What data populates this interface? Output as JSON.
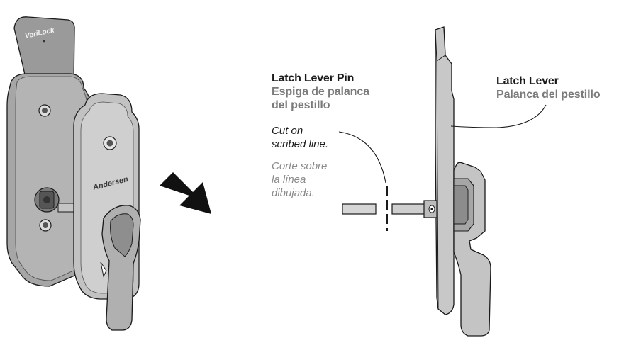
{
  "colors": {
    "metal_light": "#c8c8c8",
    "metal_mid": "#a8a8a8",
    "metal_dark": "#8a8a8a",
    "outline": "#1a1a1a",
    "arrow": "#111111"
  },
  "left_assembly": {
    "plate_logo": "VeriLock",
    "trim_logo": "Andersen"
  },
  "labels": {
    "latch_lever_pin_en": "Latch Lever Pin",
    "latch_lever_pin_es_line1": "Espiga de palanca",
    "latch_lever_pin_es_line2": "del pestillo",
    "cut_en_line1": "Cut on",
    "cut_en_line2": "scribed line.",
    "cut_es_line1": "Corte sobre",
    "cut_es_line2": "la línea",
    "cut_es_line3": "dibujada.",
    "latch_lever_en": "Latch Lever",
    "latch_lever_es": "Palanca del pestillo"
  },
  "icons": {
    "direction_arrow": "arrow-right-down-icon",
    "cut_line": "dashed-cut-line"
  }
}
